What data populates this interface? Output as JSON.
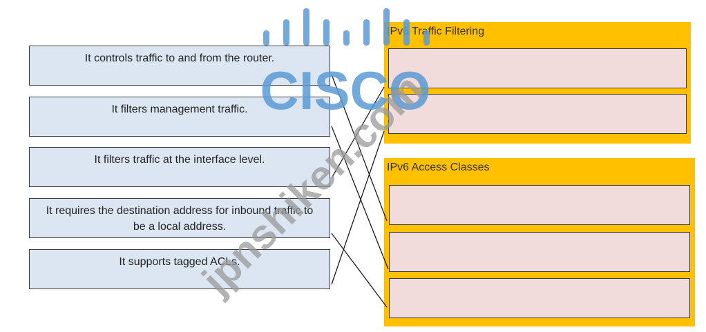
{
  "items": [
    {
      "text": "It controls traffic to and from the router."
    },
    {
      "text": "It filters management traffic."
    },
    {
      "text": "It filters traffic at the interface level."
    },
    {
      "text": "It requires the destination address for inbound traffic to be a local address."
    },
    {
      "text": "It supports tagged ACLs."
    }
  ],
  "panels": {
    "traffic_filtering": {
      "title": "IPv6 Traffic Filtering"
    },
    "access_classes": {
      "title": "IPv6 Access Classes"
    }
  },
  "watermark": {
    "logo_text": "CISCO",
    "site_text": "jpnshiken.com"
  },
  "colors": {
    "item_fill": "#dce6f2",
    "panel_fill": "#ffc000",
    "slot_fill": "#f2dcdb",
    "logo_blue": "#5b9bd5"
  }
}
